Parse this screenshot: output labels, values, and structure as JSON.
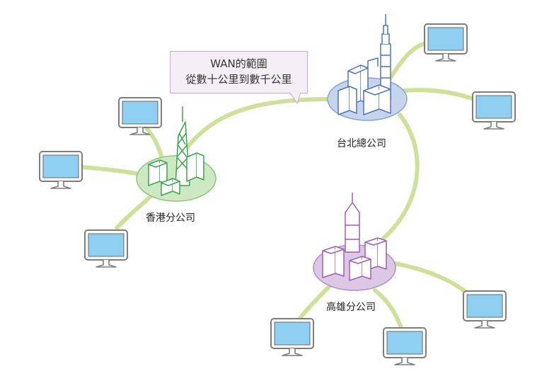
{
  "callout": {
    "line1": "WAN的範圍",
    "line2": "從數十公里到數千公里"
  },
  "offices": {
    "taipei": {
      "name": "台北總公司",
      "color": "#6b86c2"
    },
    "hongkong": {
      "name": "香港分公司",
      "color": "#3aa64a"
    },
    "kaohsiung": {
      "name": "高雄分公司",
      "color": "#a25ab3"
    }
  },
  "colors": {
    "link": "#cfe09a",
    "monitor_screen": "#8fd0f2",
    "monitor_frame": "#7d7d7d"
  },
  "icons": {
    "monitor": "monitor-icon",
    "building": "building-cluster-icon"
  }
}
